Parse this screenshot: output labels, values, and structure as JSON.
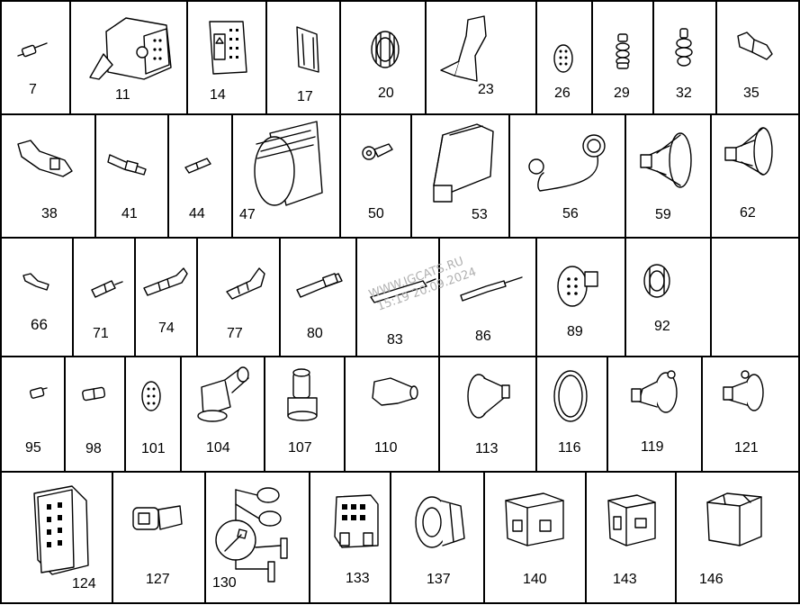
{
  "watermark": {
    "line1": "WWW.IGCATS.RU",
    "line2": "15:19 20.09.2024"
  },
  "parts": [
    {
      "id": "p7",
      "number": "7",
      "icon": "pin-terminal-icon"
    },
    {
      "id": "p11",
      "number": "11",
      "icon": "connector-housing-icon"
    },
    {
      "id": "p14",
      "number": "14",
      "icon": "multi-pin-connector-icon"
    },
    {
      "id": "p17",
      "number": "17",
      "icon": "retaining-clip-icon"
    },
    {
      "id": "p20",
      "number": "20",
      "icon": "ribbed-seal-icon"
    },
    {
      "id": "p23",
      "number": "23",
      "icon": "locking-latch-icon"
    },
    {
      "id": "p26",
      "number": "26",
      "icon": "grommet-disc-icon"
    },
    {
      "id": "p29",
      "number": "29",
      "icon": "wire-seal-icon"
    },
    {
      "id": "p32",
      "number": "32",
      "icon": "stepped-seal-icon"
    },
    {
      "id": "p35",
      "number": "35",
      "icon": "crimp-contact-icon"
    },
    {
      "id": "p38",
      "number": "38",
      "icon": "crimp-contact-icon"
    },
    {
      "id": "p41",
      "number": "41",
      "icon": "flat-terminal-icon"
    },
    {
      "id": "p44",
      "number": "44",
      "icon": "small-terminal-icon"
    },
    {
      "id": "p47",
      "number": "47",
      "icon": "corrugated-tube-icon"
    },
    {
      "id": "p50",
      "number": "50",
      "icon": "ring-terminal-icon"
    },
    {
      "id": "p53",
      "number": "53",
      "icon": "rubber-boot-icon"
    },
    {
      "id": "p56",
      "number": "56",
      "icon": "cap-with-tether-icon"
    },
    {
      "id": "p59",
      "number": "59",
      "icon": "bulb-socket-icon"
    },
    {
      "id": "p62",
      "number": "62",
      "icon": "bulb-socket-icon"
    },
    {
      "id": "p66",
      "number": "66",
      "icon": "small-clip-icon"
    },
    {
      "id": "p71",
      "number": "71",
      "icon": "round-pin-icon"
    },
    {
      "id": "p74",
      "number": "74",
      "icon": "crimp-contact-icon"
    },
    {
      "id": "p77",
      "number": "77",
      "icon": "crimp-contact-icon"
    },
    {
      "id": "p80",
      "number": "80",
      "icon": "crimp-contact-icon"
    },
    {
      "id": "p83",
      "number": "83",
      "icon": "long-pin-icon"
    },
    {
      "id": "p86",
      "number": "86",
      "icon": "long-pin-icon"
    },
    {
      "id": "p89",
      "number": "89",
      "icon": "round-connector-icon"
    },
    {
      "id": "p92",
      "number": "92",
      "icon": "ribbed-seal-icon"
    },
    {
      "id": "p95",
      "number": "95",
      "icon": "small-plug-icon"
    },
    {
      "id": "p98",
      "number": "98",
      "icon": "sleeve-icon"
    },
    {
      "id": "p101",
      "number": "101",
      "icon": "grommet-disc-icon"
    },
    {
      "id": "p104",
      "number": "104",
      "icon": "angled-connector-icon"
    },
    {
      "id": "p107",
      "number": "107",
      "icon": "plug-housing-icon"
    },
    {
      "id": "p110",
      "number": "110",
      "icon": "elbow-boot-icon"
    },
    {
      "id": "p113",
      "number": "113",
      "icon": "cone-seal-icon"
    },
    {
      "id": "p116",
      "number": "116",
      "icon": "o-ring-icon"
    },
    {
      "id": "p119",
      "number": "119",
      "icon": "bulb-socket-icon"
    },
    {
      "id": "p121",
      "number": "121",
      "icon": "bulb-socket-icon"
    },
    {
      "id": "p124",
      "number": "124",
      "icon": "multi-pin-housing-icon"
    },
    {
      "id": "p127",
      "number": "127",
      "icon": "round-plug-icon"
    },
    {
      "id": "p130",
      "number": "130",
      "icon": "repair-kit-icon"
    },
    {
      "id": "p133",
      "number": "133",
      "icon": "block-connector-icon"
    },
    {
      "id": "p137",
      "number": "137",
      "icon": "threaded-grommet-icon"
    },
    {
      "id": "p140",
      "number": "140",
      "icon": "box-connector-icon"
    },
    {
      "id": "p143",
      "number": "143",
      "icon": "box-connector-icon"
    },
    {
      "id": "p146",
      "number": "146",
      "icon": "block-connector-icon"
    }
  ]
}
